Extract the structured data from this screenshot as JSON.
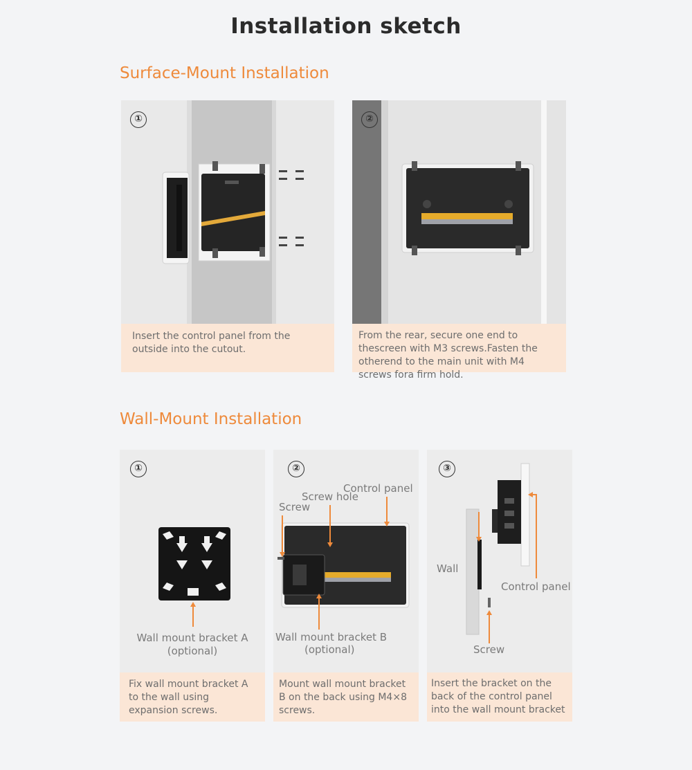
{
  "title": "Installation sketch",
  "surface": {
    "heading": "Surface-Mount Installation",
    "cards": [
      {
        "step": "①",
        "caption": "Insert the control panel from the outside into the cutout."
      },
      {
        "step": "②",
        "caption": "From the rear, secure one end to thescreen with M3 screws.Fasten the otherend to the main unit with M4 screws fora firm hold."
      }
    ]
  },
  "wall": {
    "heading": "Wall-Mount Installation",
    "cards": [
      {
        "step": "①",
        "caption": "Fix wall mount bracket A to the wall using expansion screws.",
        "labels": {
          "bracket_line1": "Wall mount bracket A",
          "bracket_line2": "(optional)"
        }
      },
      {
        "step": "②",
        "caption": "Mount wall mount bracket B on the back using M4×8 screws.",
        "labels": {
          "control_panel": "Control panel",
          "screw_hole": "Screw hole",
          "screw": "Screw",
          "bracket_line1": "Wall mount bracket B",
          "bracket_line2": "(optional)"
        }
      },
      {
        "step": "③",
        "caption": "Insert the bracket on the back of the control panel into the wall mount bracket",
        "labels": {
          "wall": "Wall",
          "control_panel": "Control panel",
          "screw": "Screw"
        }
      }
    ]
  },
  "colors": {
    "accent": "#ee8a3b",
    "caption_bg": "#fbe6d6",
    "background": "#f3f4f6"
  }
}
